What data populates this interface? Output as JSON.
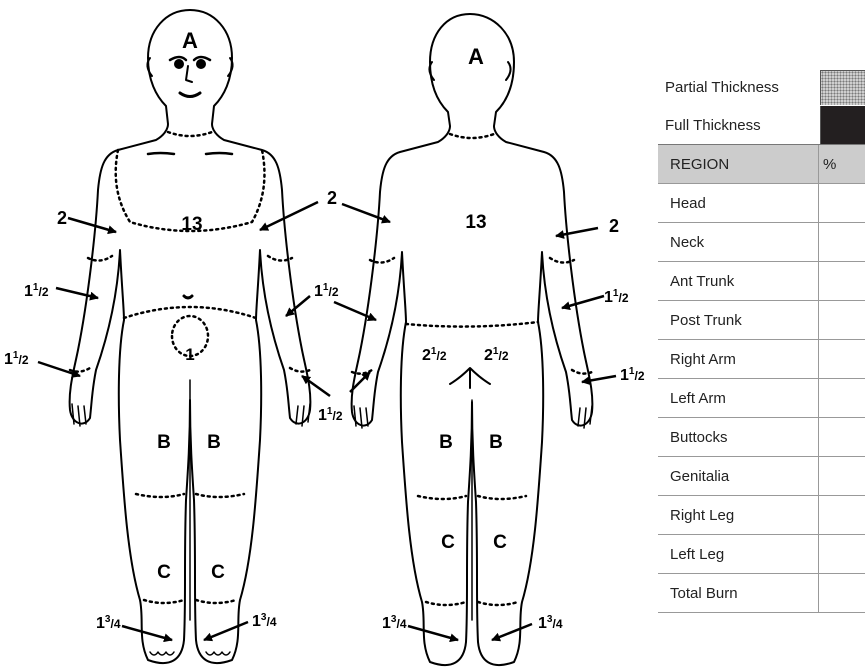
{
  "front": {
    "head": "A",
    "trunk": "13",
    "genital": "1",
    "thigh_left": "B",
    "thigh_right": "B",
    "leg_left": "C",
    "leg_right": "C",
    "upper_arm_left": "2",
    "upper_arm_right": "2",
    "forearm_left_whole": "1",
    "forearm_left_frac": "1",
    "forearm_left_den": "2",
    "forearm_right_whole": "1",
    "forearm_right_frac": "1",
    "forearm_right_den": "2",
    "hand_left_whole": "1",
    "hand_left_frac": "1",
    "hand_left_den": "2",
    "hand_right_whole": "1",
    "hand_right_frac": "1",
    "hand_right_den": "2",
    "foot_left_whole": "1",
    "foot_left_frac": "3",
    "foot_left_den": "4",
    "foot_right_whole": "1",
    "foot_right_frac": "3",
    "foot_right_den": "4"
  },
  "back": {
    "head": "A",
    "trunk": "13",
    "thigh_left": "B",
    "thigh_right": "B",
    "leg_left": "C",
    "leg_right": "C",
    "buttock_left_whole": "2",
    "buttock_left_frac": "1",
    "buttock_left_den": "2",
    "buttock_right_whole": "2",
    "buttock_right_frac": "1",
    "buttock_right_den": "2",
    "upper_arm_right": "2",
    "forearm_right_whole": "1",
    "forearm_right_frac": "1",
    "forearm_right_den": "2",
    "hand_right_whole": "1",
    "hand_right_frac": "1",
    "hand_right_den": "2",
    "foot_left_whole": "1",
    "foot_left_frac": "3",
    "foot_left_den": "4",
    "foot_right_whole": "1",
    "foot_right_frac": "3",
    "foot_right_den": "4"
  },
  "legend": {
    "partial": "Partial Thickness",
    "full": "Full Thickness",
    "partial_color": "#cfcfcf",
    "full_color": "#231f20"
  },
  "table": {
    "header_region": "REGION",
    "header_pct": "%",
    "rows": [
      {
        "region": "Head",
        "pct": ""
      },
      {
        "region": "Neck",
        "pct": ""
      },
      {
        "region": "Ant Trunk",
        "pct": ""
      },
      {
        "region": "Post Trunk",
        "pct": ""
      },
      {
        "region": "Right Arm",
        "pct": ""
      },
      {
        "region": "Left Arm",
        "pct": ""
      },
      {
        "region": "Buttocks",
        "pct": ""
      },
      {
        "region": "Genitalia",
        "pct": ""
      },
      {
        "region": "Right Leg",
        "pct": ""
      },
      {
        "region": "Left Leg",
        "pct": ""
      },
      {
        "region": "Total Burn",
        "pct": ""
      }
    ]
  }
}
